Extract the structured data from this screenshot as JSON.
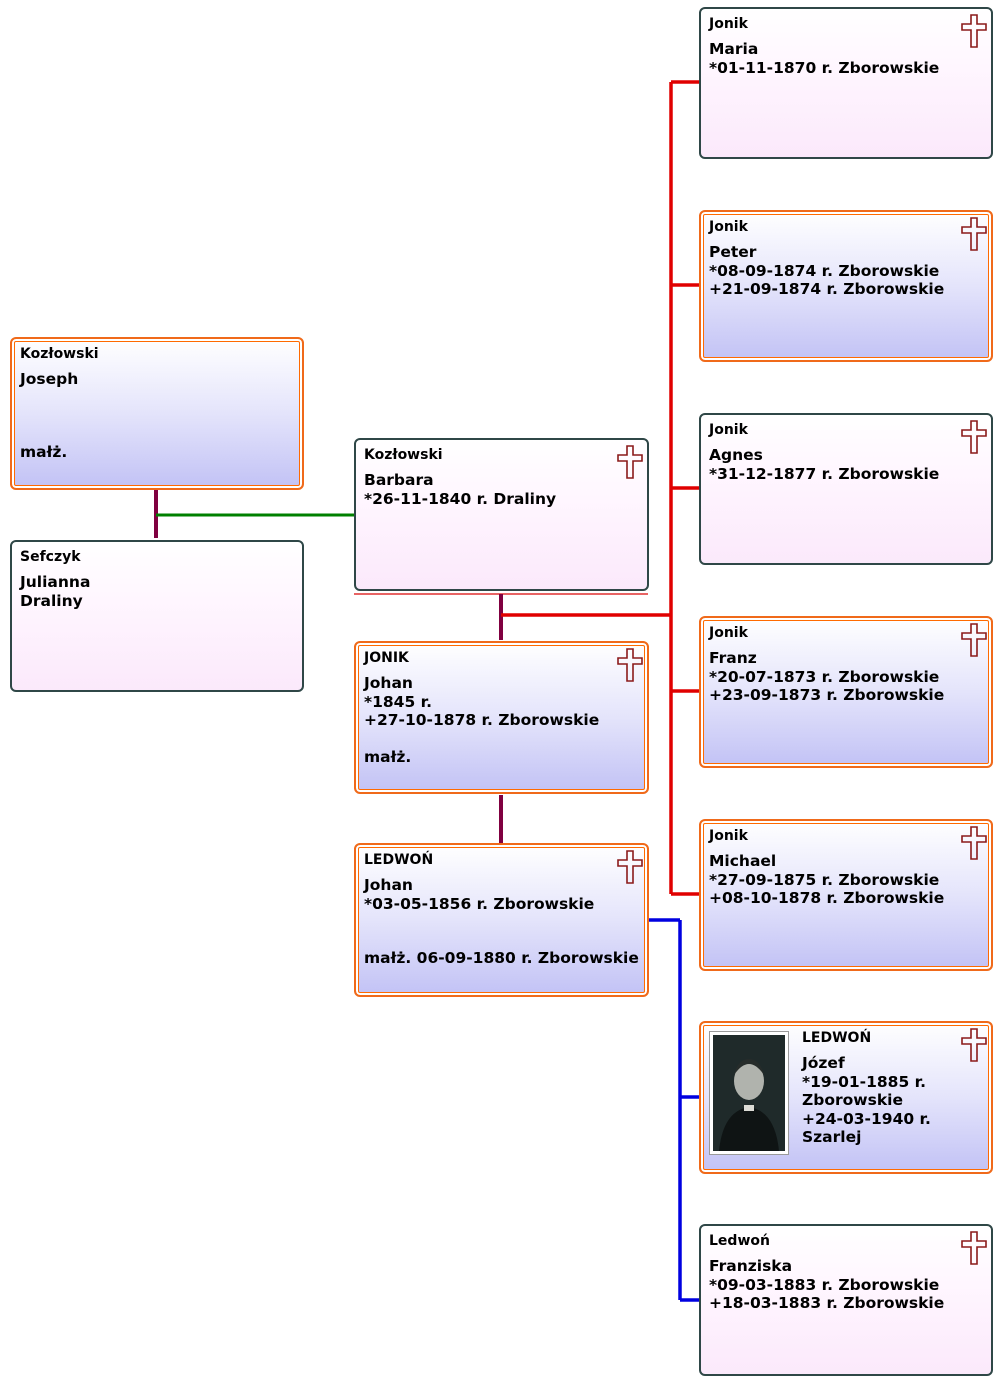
{
  "colors": {
    "female_border": "#2f4747",
    "male_border": "#f06a1a",
    "line_parent": "#800040",
    "line_spouse": "#008000",
    "line_children_jonik": "#e00000",
    "line_children_ledwon": "#0000e0",
    "cross": "#8b1a1a"
  },
  "persons": {
    "joseph": {
      "surname": "Kozłowski",
      "lines": [
        "Joseph"
      ],
      "note": "małż."
    },
    "julianna": {
      "surname": "Sefczyk",
      "lines": [
        "Julianna",
        "Draliny"
      ]
    },
    "barbara": {
      "surname": "Kozłowski",
      "lines": [
        "Barbara",
        "*26-11-1840 r. Draliny"
      ]
    },
    "johan_jonik": {
      "surname": "JONIK",
      "lines": [
        "Johan",
        "*1845 r.",
        "+27-10-1878 r. Zborowskie"
      ],
      "note": "małż."
    },
    "johan_ledwon": {
      "surname": "LEDWOŃ",
      "lines": [
        "Johan",
        "*03-05-1856 r. Zborowskie"
      ],
      "note": "małż. 06-09-1880 r. Zborowskie"
    },
    "maria": {
      "surname": "Jonik",
      "lines": [
        "Maria",
        "*01-11-1870 r. Zborowskie"
      ]
    },
    "peter": {
      "surname": "Jonik",
      "lines": [
        "Peter",
        "*08-09-1874 r. Zborowskie",
        "+21-09-1874 r. Zborowskie"
      ]
    },
    "agnes": {
      "surname": "Jonik",
      "lines": [
        "Agnes",
        "*31-12-1877 r. Zborowskie"
      ]
    },
    "franz": {
      "surname": "Jonik",
      "lines": [
        "Franz",
        "*20-07-1873 r. Zborowskie",
        "+23-09-1873 r. Zborowskie"
      ]
    },
    "michael": {
      "surname": "Jonik",
      "lines": [
        "Michael",
        "*27-09-1875 r. Zborowskie",
        "+08-10-1878 r. Zborowskie"
      ]
    },
    "jozef": {
      "surname": "LEDWOŃ",
      "lines": [
        "Józef",
        "*19-01-1885 r.",
        "Zborowskie",
        "+24-03-1940 r.",
        "Szarlej"
      ]
    },
    "franziska": {
      "surname": "Ledwoń",
      "lines": [
        "Franziska",
        "*09-03-1883 r. Zborowskie",
        "+18-03-1883 r. Zborowskie"
      ]
    }
  }
}
